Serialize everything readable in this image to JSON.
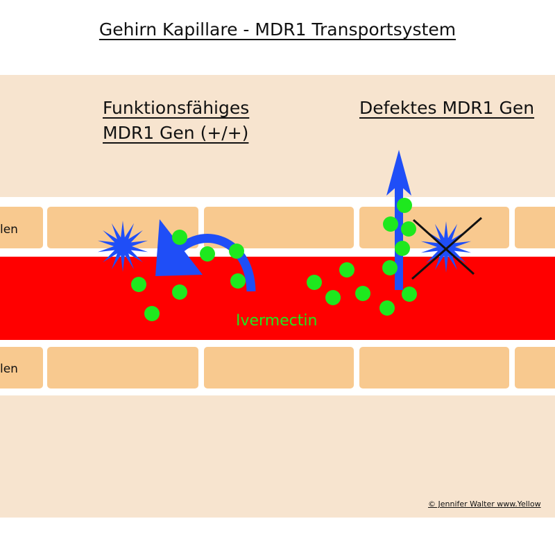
{
  "title": "Gehirn Kapillare - MDR1 Transportsystem",
  "heading_functional": {
    "line1": "Funktionsfähiges",
    "line2": "MDR1 Gen (+/+)"
  },
  "heading_defective": "Defektes MDR1 Gen",
  "cell_label_top": "len",
  "cell_label_bottom": "len",
  "drug_label": "Ivermectin",
  "copyright": "© Jennifer Walter www.Yellow",
  "colors": {
    "panel_background": "#f7e4cf",
    "cell": "#f8c98f",
    "blood_vessel": "#ff0000",
    "transporter": "#1f4ef7",
    "ivermectin": "#1ee81e",
    "cross": "#111111"
  },
  "icons": [
    "star-transporter-icon",
    "curved-arrow-icon",
    "up-arrow-icon",
    "cross-icon"
  ]
}
